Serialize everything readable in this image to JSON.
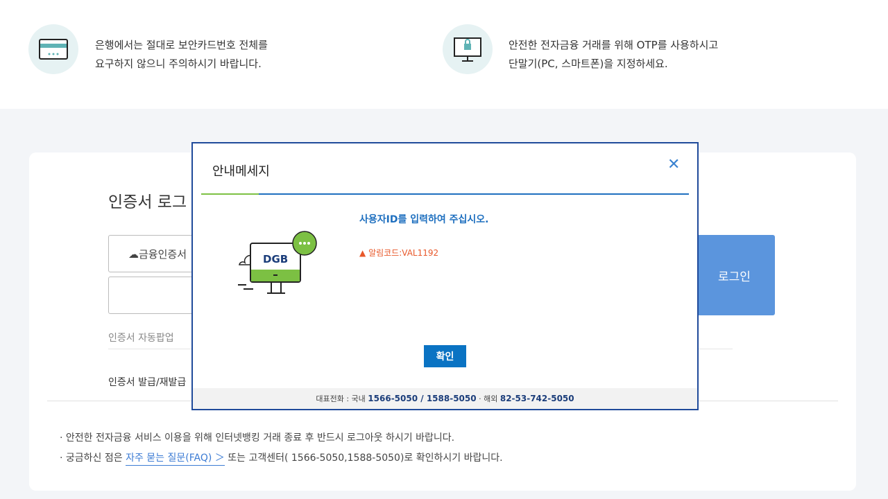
{
  "tips": [
    {
      "icon": "security-card-icon",
      "line1": "은행에서는 절대로 보안카드번호 전체를",
      "line2": "요구하지 않으니 주의하시기 바랍니다."
    },
    {
      "icon": "otp-monitor-icon",
      "line1": "안전한 전자금융 거래를 위해 OTP를 사용하시고",
      "line2": "단말기(PC, 스마트폰)을 지정하세요."
    }
  ],
  "login": {
    "title": "인증서 로그",
    "cert_button": "금융인증서",
    "login_button": "로그인",
    "auto_popup": "인증서 자동팝업",
    "issue": "인증서 발급/재발급"
  },
  "notes": {
    "n1": "안전한 전자금융 서비스 이용을 위해 인터넷뱅킹 거래 종료 후 반드시 로그아웃 하시기 바랍니다.",
    "n2_pre": "궁금하신 점은",
    "faq": "자주 묻는 질문(FAQ) ＞",
    "n2_post": "또는 고객센터( 1566-5050,1588-5050)로 확인하시기 바랍니다."
  },
  "modal": {
    "title": "안내메세지",
    "close": "✕",
    "message": "사용자ID를 입력하여 주십시오.",
    "code": "알림코드:VAL1192",
    "logo": "DGB",
    "ok": "확인",
    "footer": {
      "label": "대표전화",
      "domestic_label": "국내",
      "domestic": "1566-5050 / 1588-5050",
      "overseas_label": "해외",
      "overseas": "82-53-742-5050"
    }
  }
}
